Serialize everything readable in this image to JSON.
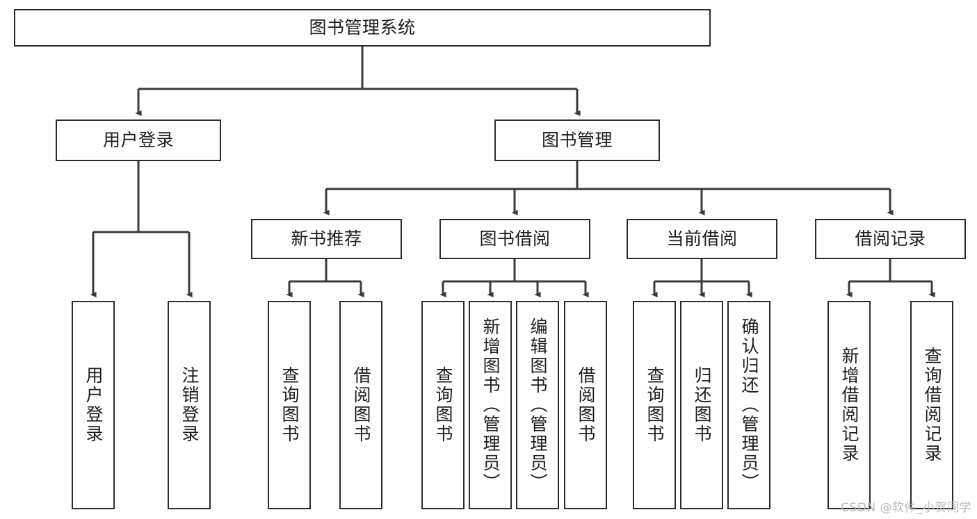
{
  "diagram": {
    "title": "图书管理系统",
    "type": "tree-hierarchy-chart",
    "orientation": "top-down",
    "colors": {
      "box_border": "#2b2b2b",
      "box_fill": "#ffffff",
      "edge": "#3a3a3a",
      "text": "#1d1d1d",
      "watermark": "#b9b9b9",
      "background": "#ffffff"
    },
    "watermark": "CSDN @软件_小贺同学"
  },
  "nodes": {
    "root": {
      "label": "图书管理系统",
      "level": 1
    },
    "level2": [
      {
        "id": "user-login",
        "label": "用户登录"
      },
      {
        "id": "book-management",
        "label": "图书管理"
      }
    ],
    "level3": [
      {
        "id": "new-book-recommend",
        "label": "新书推荐",
        "parent": "book-management"
      },
      {
        "id": "book-borrow",
        "label": "图书借阅",
        "parent": "book-management"
      },
      {
        "id": "current-borrow",
        "label": "当前借阅",
        "parent": "book-management"
      },
      {
        "id": "borrow-record",
        "label": "借阅记录",
        "parent": "book-management"
      }
    ],
    "leaves": {
      "user_login": [
        {
          "id": "leaf-user-login",
          "label": "用户登录"
        },
        {
          "id": "leaf-user-logout",
          "label": "注销登录"
        }
      ],
      "new_book_recommend": [
        {
          "id": "leaf-query-book-1",
          "label": "查询图书"
        },
        {
          "id": "leaf-borrow-book-1",
          "label": "借阅图书"
        }
      ],
      "book_borrow": [
        {
          "id": "leaf-query-book-2",
          "label": "查询图书"
        },
        {
          "id": "leaf-add-book",
          "label": "新增图书（管理员）"
        },
        {
          "id": "leaf-edit-book",
          "label": "编辑图书（管理员）"
        },
        {
          "id": "leaf-borrow-book-2",
          "label": "借阅图书"
        }
      ],
      "current_borrow": [
        {
          "id": "leaf-query-book-3",
          "label": "查询图书"
        },
        {
          "id": "leaf-return-book",
          "label": "归还图书"
        },
        {
          "id": "leaf-confirm-return",
          "label": "确认归还（管理员）"
        }
      ],
      "borrow_record": [
        {
          "id": "leaf-add-record",
          "label": "新增借阅记录"
        },
        {
          "id": "leaf-query-record",
          "label": "查询借阅记录"
        }
      ]
    }
  }
}
